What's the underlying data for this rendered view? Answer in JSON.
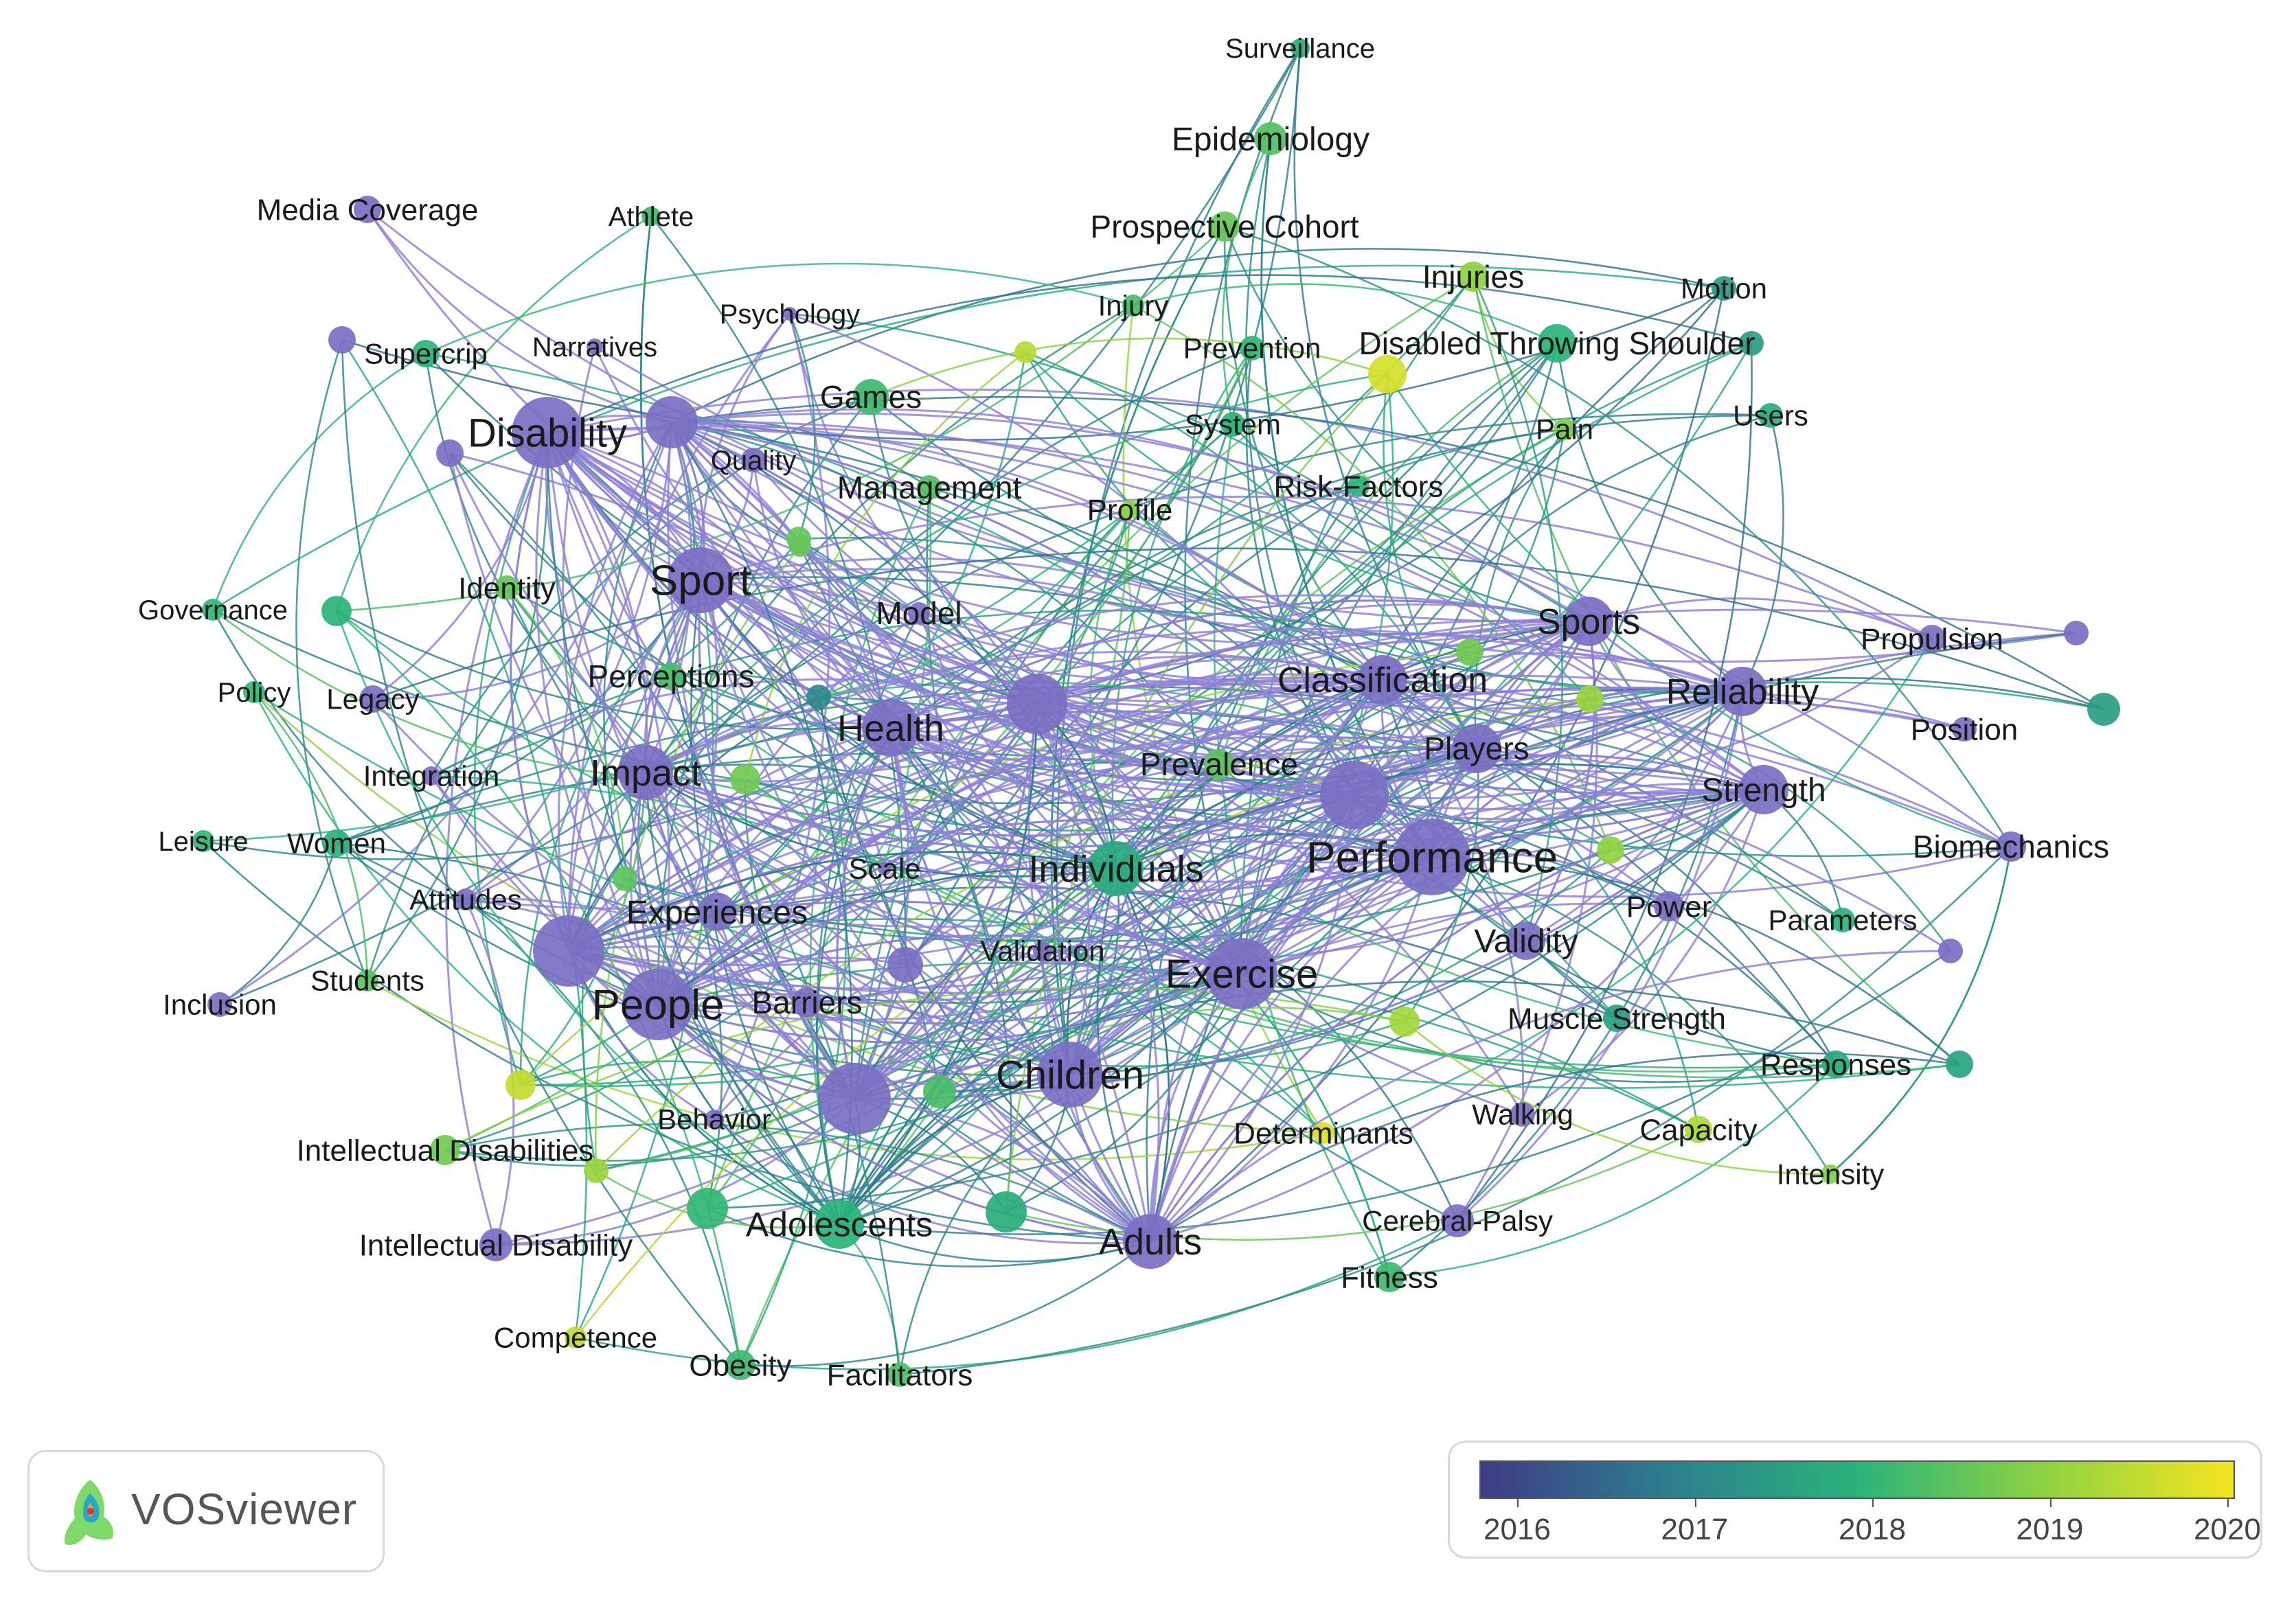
{
  "app": {
    "brand": "VOSviewer"
  },
  "legend": {
    "years": [
      "2016",
      "2017",
      "2018",
      "2019",
      "2020"
    ],
    "year_range": [
      2016,
      2020
    ],
    "colors": [
      "#3e3b85",
      "#2d7f8e",
      "#29b37a",
      "#8fd241",
      "#f5e41f"
    ]
  },
  "colors": {
    "purple_edge": "#8e80d6",
    "purple_node": "#7a6fc2",
    "teal": "#2fb48f",
    "green": "#5ccd6e",
    "yellow": "#d6e12a"
  },
  "nodes": [
    {
      "label": "Surveillance",
      "year": 2017.9
    },
    {
      "label": "Epidemiology",
      "year": 2018.4
    },
    {
      "label": "Prospective Cohort",
      "year": 2018.6
    },
    {
      "label": "Injuries",
      "year": 2019.0
    },
    {
      "label": "Motion",
      "year": 2017.5
    },
    {
      "label": "Disabled Throwing Shoulder",
      "year": 2018.0
    },
    {
      "label": "Media Coverage",
      "year": 2016.0
    },
    {
      "label": "Athlete",
      "year": 2018.2
    },
    {
      "label": "Psychology",
      "year": 2016.1
    },
    {
      "label": "Injury",
      "year": 2018.3
    },
    {
      "label": "Prevention",
      "year": 2018.1
    },
    {
      "label": "Supercrip",
      "year": 2018.0
    },
    {
      "label": "Narratives",
      "year": 2016.2
    },
    {
      "label": "Games",
      "year": 2018.2
    },
    {
      "label": "System",
      "year": 2018.0
    },
    {
      "label": "Pain",
      "year": 2018.8
    },
    {
      "label": "Users",
      "year": 2017.9
    },
    {
      "label": "Disability",
      "year": 2016.1
    },
    {
      "label": "Quality",
      "year": 2016.1
    },
    {
      "label": "Management",
      "year": 2018.4
    },
    {
      "label": "Profile",
      "year": 2019.0
    },
    {
      "label": "Risk-Factors",
      "year": 2018.0
    },
    {
      "label": "Governance",
      "year": 2018.1
    },
    {
      "label": "Identity",
      "year": 2018.6
    },
    {
      "label": "Sport",
      "year": 2016.0
    },
    {
      "label": "Model",
      "year": 2016.3
    },
    {
      "label": "Sports",
      "year": 2016.3
    },
    {
      "label": "Propulsion",
      "year": 2016.2
    },
    {
      "label": "Policy",
      "year": 2018.1
    },
    {
      "label": "Legacy",
      "year": 2016.0
    },
    {
      "label": "Perceptions",
      "year": 2018.3
    },
    {
      "label": "Health",
      "year": 2016.1
    },
    {
      "label": "Classification",
      "year": 2016.2
    },
    {
      "label": "Reliability",
      "year": 2016.1
    },
    {
      "label": "Position",
      "year": 2016.2
    },
    {
      "label": "Integration",
      "year": 2016.2
    },
    {
      "label": "Impact",
      "year": 2016.1
    },
    {
      "label": "Prevalence",
      "year": 2018.5
    },
    {
      "label": "Players",
      "year": 2016.0
    },
    {
      "label": "Strength",
      "year": 2016.1
    },
    {
      "label": "Leisure",
      "year": 2018.1
    },
    {
      "label": "Women",
      "year": 2018.0
    },
    {
      "label": "Performance",
      "year": 2016.0
    },
    {
      "label": "Biomechanics",
      "year": 2016.1
    },
    {
      "label": "Individuals",
      "year": 2017.8
    },
    {
      "label": "Scale",
      "year": 2016.2
    },
    {
      "label": "Attitudes",
      "year": 2016.3
    },
    {
      "label": "Experiences",
      "year": 2016.2
    },
    {
      "label": "Power",
      "year": 2016.2
    },
    {
      "label": "Parameters",
      "year": 2018.0
    },
    {
      "label": "Validity",
      "year": 2016.2
    },
    {
      "label": "Validation",
      "year": 2016.3
    },
    {
      "label": "Exercise",
      "year": 2016.1
    },
    {
      "label": "Inclusion",
      "year": 2016.1
    },
    {
      "label": "Students",
      "year": 2018.5
    },
    {
      "label": "People",
      "year": 2016.0
    },
    {
      "label": "Barriers",
      "year": 2016.2
    },
    {
      "label": "Muscle Strength",
      "year": 2017.6
    },
    {
      "label": "Responses",
      "year": 2017.8
    },
    {
      "label": "Children",
      "year": 2016.0
    },
    {
      "label": "Behavior",
      "year": 2016.3
    },
    {
      "label": "Walking",
      "year": 2016.0
    },
    {
      "label": "Capacity",
      "year": 2019.3
    },
    {
      "label": "Determinants",
      "year": 2019.8
    },
    {
      "label": "Intellectual Disabilities",
      "year": 2018.7
    },
    {
      "label": "Intensity",
      "year": 2018.9
    },
    {
      "label": "Cerebral-Palsy",
      "year": 2016.0
    },
    {
      "label": "Adolescents",
      "year": 2018.0
    },
    {
      "label": "Adults",
      "year": 2016.0
    },
    {
      "label": "Intellectual Disability",
      "year": 2016.1
    },
    {
      "label": "Fitness",
      "year": 2018.2
    },
    {
      "label": "Competence",
      "year": 2019.5
    },
    {
      "label": "Obesity",
      "year": 2018.2
    },
    {
      "label": "Facilitators",
      "year": 2018.4
    }
  ]
}
